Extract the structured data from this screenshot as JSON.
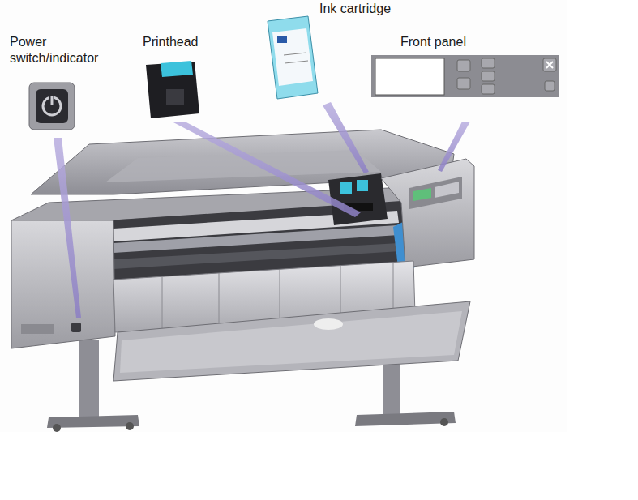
{
  "diagram": {
    "labels": [
      "Power switch/indicator",
      "Printhead",
      "Ink cartridge",
      "Front panel"
    ]
  }
}
